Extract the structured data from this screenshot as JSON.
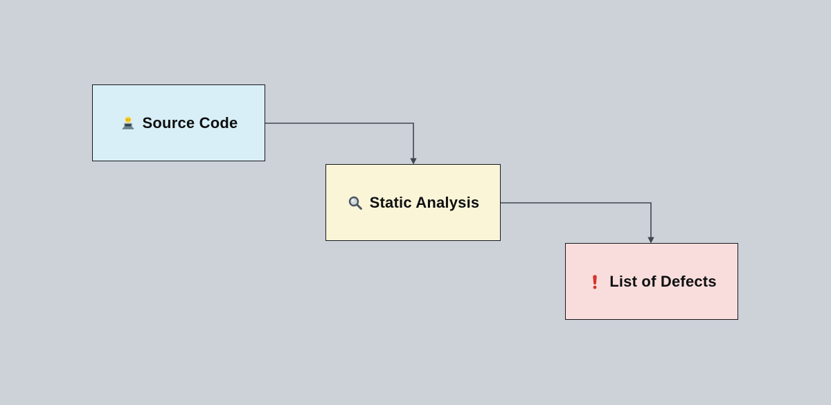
{
  "diagram": {
    "background_color": "#cdd2d9",
    "edge_color": "#3f464e",
    "nodes": [
      {
        "id": "source-code",
        "icon": "technologist-emoji",
        "label": "Source Code",
        "fill": "#d9eff7"
      },
      {
        "id": "static-analysis",
        "icon": "magnifying-glass-emoji",
        "label": "Static Analysis",
        "fill": "#fbf5d8"
      },
      {
        "id": "list-of-defects",
        "icon": "red-exclamation-emoji",
        "label": "List of Defects",
        "fill": "#f9dddd"
      }
    ],
    "edges": [
      {
        "from": "source-code",
        "to": "static-analysis"
      },
      {
        "from": "static-analysis",
        "to": "list-of-defects"
      }
    ]
  }
}
